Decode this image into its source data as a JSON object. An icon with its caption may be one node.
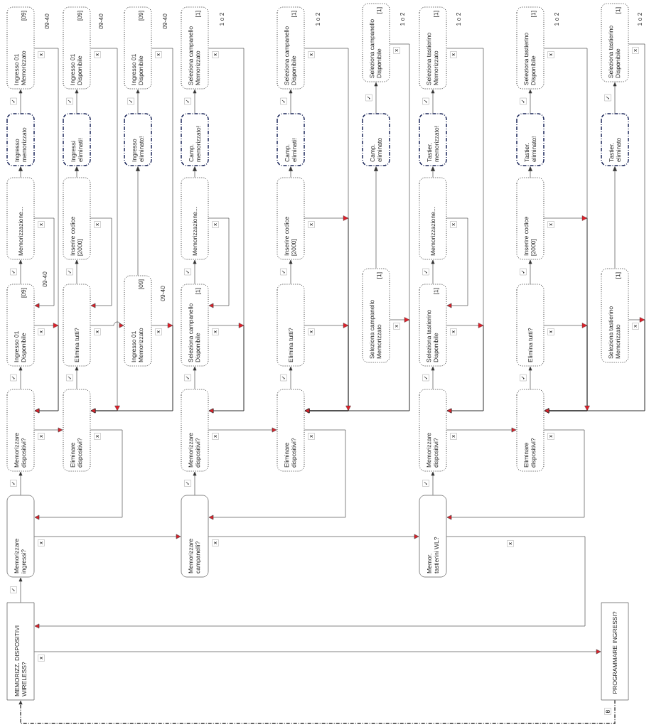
{
  "diagram": {
    "nodes": [
      {
        "text": [
          "MEMORIZZ. DISPOSITIVI WIRELESS?"
        ]
      },
      {
        "text": [
          "Memorizzare ingressi?"
        ]
      },
      {
        "text": [
          "Memorizzare dispositivi?"
        ]
      },
      {
        "text": [
          "Ingresso 01 Disponibile",
          "[09]"
        ],
        "beside": [
          "09-40"
        ]
      },
      {
        "text": [
          "Memorizzazione..."
        ]
      },
      {
        "text": [
          "Ingresso memorizzato"
        ]
      },
      {
        "text": [
          "Ingresso 01 Memorizzato",
          "[09]"
        ],
        "beside": [
          "09-40"
        ]
      },
      {
        "text": [
          "Eliminare dispositivi?"
        ]
      },
      {
        "text": [
          "Elimina tutti?"
        ]
      },
      {
        "text": [
          "Inserire codice [2000]"
        ]
      },
      {
        "text": [
          "Ingressi eliminati!"
        ]
      },
      {
        "text": [
          "Ingresso 01 Disponibile",
          "[09]"
        ],
        "beside": [
          "09-40"
        ]
      },
      {
        "text": [
          "Ingresso 01 Memorizzato",
          "[09]"
        ],
        "beside": [
          "09-40"
        ]
      },
      {
        "text": [
          "Ingresso eliminato!"
        ]
      },
      {
        "text": [
          "Ingresso 01 Disponibile",
          "[09]"
        ],
        "beside": [
          "09-40"
        ]
      },
      {
        "text": [
          "Memorizzare campanelli?"
        ]
      },
      {
        "text": [
          "Memorizzare dispositivi?"
        ]
      },
      {
        "text": [
          "Seleziona campanello Disponibile",
          "[1]"
        ]
      },
      {
        "text": [
          "Memorizzazione..."
        ]
      },
      {
        "text": [
          "Camp. memorizzato!"
        ]
      },
      {
        "text": [
          "Seleziona campanello Memorizzato",
          "[1]"
        ],
        "beside": [
          "1 o 2"
        ]
      },
      {
        "text": [
          "Eliminare dispositivi?"
        ]
      },
      {
        "text": [
          "Elimina tutti?"
        ]
      },
      {
        "text": [
          "Inserire codice [2000]"
        ]
      },
      {
        "text": [
          "Camp. eliminati!"
        ]
      },
      {
        "text": [
          "Seleziona campanello Disponibile",
          "[1]"
        ],
        "beside": [
          "1 o 2"
        ]
      },
      {
        "text": [
          "Seleziona campanello Memorizzato",
          "[1]"
        ]
      },
      {
        "text": [
          "Camp. eliminato"
        ]
      },
      {
        "text": [
          "Seleziona campanello Disponibile",
          "[1]"
        ],
        "beside": [
          "1 o 2"
        ]
      },
      {
        "text": [
          "Memor. tastierini WL?"
        ]
      },
      {
        "text": [
          "Memorizzare dispositivi?"
        ]
      },
      {
        "text": [
          "Seleziona tastierino Disponibile",
          "[1]"
        ]
      },
      {
        "text": [
          "Memorizzazione..."
        ]
      },
      {
        "text": [
          "Tastier. memorizzato!"
        ]
      },
      {
        "text": [
          "Seleziona tastierino Memorizzato",
          "[1]"
        ],
        "beside": [
          "1 o 2"
        ]
      },
      {
        "text": [
          "Eliminare dispositivi?"
        ]
      },
      {
        "text": [
          "Elimina tutti?"
        ]
      },
      {
        "text": [
          "Inserire codice [2000]"
        ]
      },
      {
        "text": [
          "Tastier. eliminato!"
        ]
      },
      {
        "text": [
          "Seleziona tastierino Disponibile",
          "[1]"
        ],
        "beside": [
          "1 o 2"
        ]
      },
      {
        "text": [
          "Seleziona tastierino Memorizzato",
          "[1]"
        ]
      },
      {
        "text": [
          "Tastier. eliminato"
        ]
      },
      {
        "text": [
          "Seleziona tastierino Disponibile",
          "[1]"
        ],
        "beside": [
          "1 o 2"
        ]
      },
      {
        "text": [
          "PROGRAMMARE INGRESSI?"
        ]
      }
    ],
    "edges": [
      {
        "from": 0,
        "to": 1,
        "arrow": "to",
        "label": "✓"
      },
      {
        "from": 1,
        "to": 2,
        "arrow": "to",
        "label": "✓"
      },
      {
        "from": 2,
        "to": 3,
        "arrow": "to",
        "label": "✓"
      },
      {
        "from": 3,
        "to": 4,
        "arrow": "to",
        "label": "✓"
      },
      {
        "from": 4,
        "to": 5,
        "arrow": "to"
      },
      {
        "from": 5,
        "to": 6,
        "arrow": "to",
        "label": "✓"
      },
      {
        "from": 6,
        "to": 2,
        "arrow": "to",
        "label": "x"
      },
      {
        "from": 4,
        "to": 3,
        "arrow": "to",
        "label": "x"
      },
      {
        "from": 3,
        "to": 2,
        "arrow": "to",
        "label": "x"
      },
      {
        "from": 2,
        "to": 7,
        "arrow": "to",
        "label": "x"
      },
      {
        "from": 7,
        "to": 8,
        "arrow": "to",
        "label": "✓"
      },
      {
        "from": 7,
        "to": 1,
        "arrow": "to",
        "label": "x"
      },
      {
        "from": 8,
        "to": 9,
        "arrow": "to",
        "label": "✓"
      },
      {
        "from": 8,
        "to": 12,
        "arrow": "to",
        "label": "x"
      },
      {
        "from": 9,
        "to": 8,
        "arrow": "to",
        "label": "x"
      },
      {
        "from": 9,
        "to": 10,
        "arrow": "to"
      },
      {
        "from": 10,
        "to": 11,
        "arrow": "to",
        "label": "✓"
      },
      {
        "from": 11,
        "to": 7,
        "arrow": "to",
        "label": "x"
      },
      {
        "from": 14,
        "to": 7,
        "arrow": "to",
        "label": "x"
      },
      {
        "from": 12,
        "to": 7,
        "arrow": "to",
        "label": "x"
      },
      {
        "from": 12,
        "to": 13,
        "arrow": "to"
      },
      {
        "from": 13,
        "to": 14,
        "arrow": "to",
        "label": "✓"
      },
      {
        "from": 1,
        "to": 15,
        "arrow": "to",
        "label": "x"
      },
      {
        "from": 0,
        "to": 43,
        "arrow": "to",
        "label": "x"
      },
      {
        "from": 29,
        "to": 0,
        "arrow": "to",
        "label": "x"
      },
      {
        "from": 43,
        "to": 0,
        "arrow": "to",
        "label": "B",
        "style": "dashed"
      },
      {
        "from": 15,
        "to": 16,
        "arrow": "to",
        "label": "✓"
      },
      {
        "from": 16,
        "to": 17,
        "arrow": "to",
        "label": "✓"
      },
      {
        "from": 17,
        "to": 18,
        "arrow": "to",
        "label": "✓"
      },
      {
        "from": 18,
        "to": 19,
        "arrow": "to"
      },
      {
        "from": 19,
        "to": 20,
        "arrow": "to",
        "label": "✓"
      },
      {
        "from": 20,
        "to": 16,
        "arrow": "to",
        "label": "x"
      },
      {
        "from": 18,
        "to": 17,
        "arrow": "to",
        "label": "x"
      },
      {
        "from": 17,
        "to": 16,
        "arrow": "to",
        "label": "x"
      },
      {
        "from": 16,
        "to": 21,
        "arrow": "to",
        "label": "x"
      },
      {
        "from": 21,
        "to": 22,
        "arrow": "to",
        "label": "✓"
      },
      {
        "from": 21,
        "to": 15,
        "arrow": "to",
        "label": "x"
      },
      {
        "from": 22,
        "to": 23,
        "arrow": "to",
        "label": "✓"
      },
      {
        "from": 22,
        "to": 21,
        "arrow": "to",
        "label": "x"
      },
      {
        "from": 23,
        "to": 21,
        "arrow": "to",
        "label": "x"
      },
      {
        "from": 23,
        "to": 24,
        "arrow": "to"
      },
      {
        "from": 24,
        "to": 25,
        "arrow": "to",
        "label": "✓"
      },
      {
        "from": 25,
        "to": 21,
        "arrow": "to",
        "label": "x"
      },
      {
        "from": 26,
        "to": 27,
        "arrow": "to"
      },
      {
        "from": 27,
        "to": 28,
        "arrow": "to",
        "label": "✓"
      },
      {
        "from": 26,
        "to": 21,
        "arrow": "to",
        "label": "x"
      },
      {
        "from": 28,
        "to": 21,
        "arrow": "to",
        "label": "x"
      },
      {
        "from": 29,
        "to": 30,
        "arrow": "to",
        "label": "✓"
      },
      {
        "from": 30,
        "to": 31,
        "arrow": "to",
        "label": "✓"
      },
      {
        "from": 31,
        "to": 32,
        "arrow": "to",
        "label": "✓"
      },
      {
        "from": 32,
        "to": 33,
        "arrow": "to"
      },
      {
        "from": 33,
        "to": 34,
        "arrow": "to",
        "label": "✓"
      },
      {
        "from": 34,
        "to": 30,
        "arrow": "to",
        "label": "x"
      },
      {
        "from": 32,
        "to": 31,
        "arrow": "to",
        "label": "x"
      },
      {
        "from": 31,
        "to": 30,
        "arrow": "to",
        "label": "x"
      },
      {
        "from": 30,
        "to": 35,
        "arrow": "to",
        "label": "x"
      },
      {
        "from": 35,
        "to": 36,
        "arrow": "to",
        "label": "✓"
      },
      {
        "from": 35,
        "to": 29,
        "arrow": "to",
        "label": "x"
      },
      {
        "from": 36,
        "to": 37,
        "arrow": "to",
        "label": "✓"
      },
      {
        "from": 36,
        "to": 35,
        "arrow": "to",
        "label": "x"
      },
      {
        "from": 37,
        "to": 35,
        "arrow": "to",
        "label": "x"
      },
      {
        "from": 37,
        "to": 38,
        "arrow": "to"
      },
      {
        "from": 38,
        "to": 39,
        "arrow": "to",
        "label": "✓"
      },
      {
        "from": 39,
        "to": 35,
        "arrow": "to",
        "label": "x"
      },
      {
        "from": 40,
        "to": 41,
        "arrow": "to"
      },
      {
        "from": 41,
        "to": 42,
        "arrow": "to",
        "label": "✓"
      },
      {
        "from": 40,
        "to": 35,
        "arrow": "to",
        "label": "x"
      },
      {
        "from": 42,
        "to": 35,
        "arrow": "to",
        "label": "x"
      },
      {
        "from": 15,
        "to": 29,
        "arrow": "to",
        "label": "x"
      }
    ]
  }
}
